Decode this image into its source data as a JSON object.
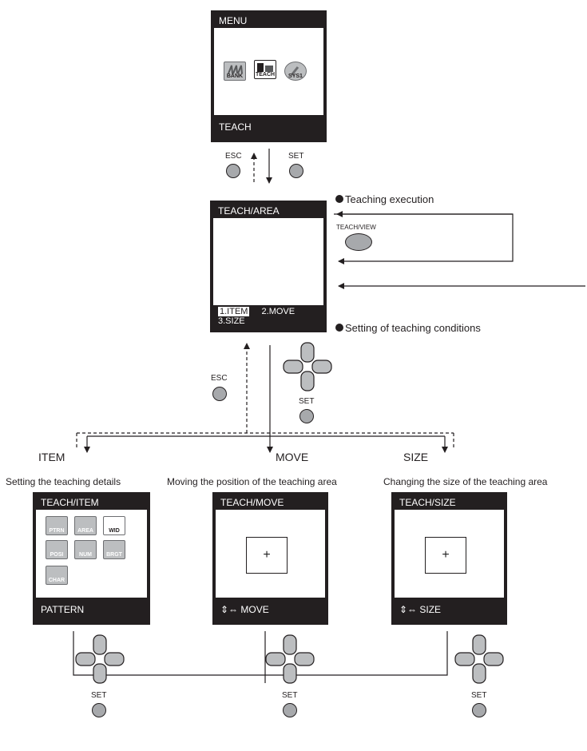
{
  "menu_screen": {
    "title": "MENU",
    "footer": "TEACH",
    "icons": [
      {
        "label": "BANK",
        "icon": "bank-icon"
      },
      {
        "label": "TEACH",
        "icon": "teach-icon"
      },
      {
        "label": "SYS1",
        "icon": "system-icon"
      }
    ]
  },
  "buttons": {
    "esc": "ESC",
    "set": "SET",
    "teach_view": "TEACH/VIEW"
  },
  "area_screen": {
    "title": "TEACH/AREA",
    "opt_item": "1.ITEM",
    "opt_move": "2.MOVE",
    "opt_size": "3.SIZE"
  },
  "notes": {
    "teaching_execution": "Teaching execution",
    "setting_conditions": "Setting of teaching conditions"
  },
  "branches": {
    "item": {
      "heading": "ITEM",
      "caption": "Setting the teaching details",
      "title": "TEACH/ITEM",
      "footer": "PATTERN",
      "icons": [
        "PTRN",
        "AREA",
        "WID",
        "POSI",
        "NUM",
        "BRGT",
        "CHAR"
      ]
    },
    "move": {
      "heading": "MOVE",
      "caption": "Moving the position of the teaching area",
      "title": "TEACH/MOVE",
      "footer": "MOVE",
      "crosshair": "+"
    },
    "size": {
      "heading": "SIZE",
      "caption": "Changing the size of the teaching area",
      "title": "TEACH/SIZE",
      "footer": "SIZE",
      "crosshair": "+"
    }
  },
  "colors": {
    "screen_dark": "#231f20",
    "button_gray": "#a7a9ac",
    "icon_gray": "#bcbec0"
  }
}
